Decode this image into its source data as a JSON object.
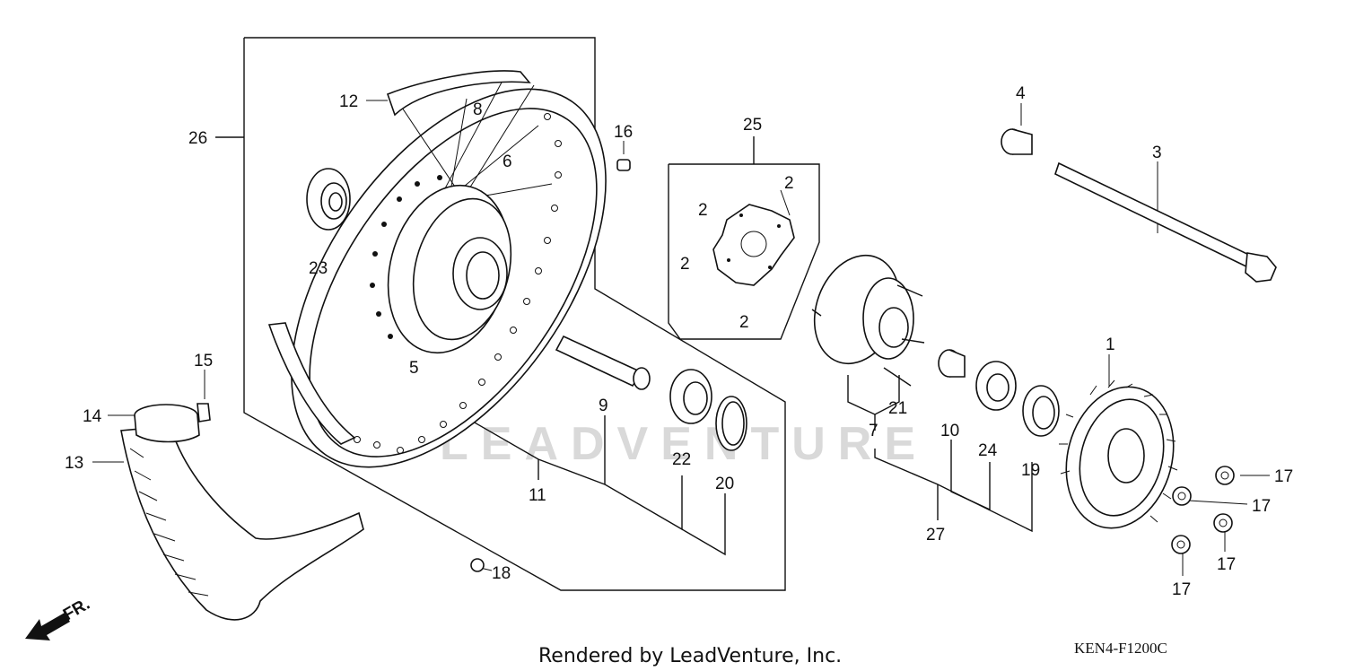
{
  "diagram": {
    "footer": "Rendered by LeadVenture, Inc.",
    "code": "KEN4-F1200C",
    "watermark": "LEADVENTURE",
    "direction_label": "FR.",
    "callouts": {
      "c1": "1",
      "c2a": "2",
      "c2b": "2",
      "c2c": "2",
      "c2d": "2",
      "c3": "3",
      "c4": "4",
      "c5": "5",
      "c6": "6",
      "c7": "7",
      "c8": "8",
      "c9": "9",
      "c10": "10",
      "c11": "11",
      "c12": "12",
      "c13": "13",
      "c14": "14",
      "c15": "15",
      "c16": "16",
      "c17a": "17",
      "c17b": "17",
      "c17c": "17",
      "c17d": "17",
      "c18": "18",
      "c19": "19",
      "c20": "20",
      "c21": "21",
      "c22": "22",
      "c23": "23",
      "c24": "24",
      "c25": "25",
      "c26": "26",
      "c27": "27"
    }
  }
}
